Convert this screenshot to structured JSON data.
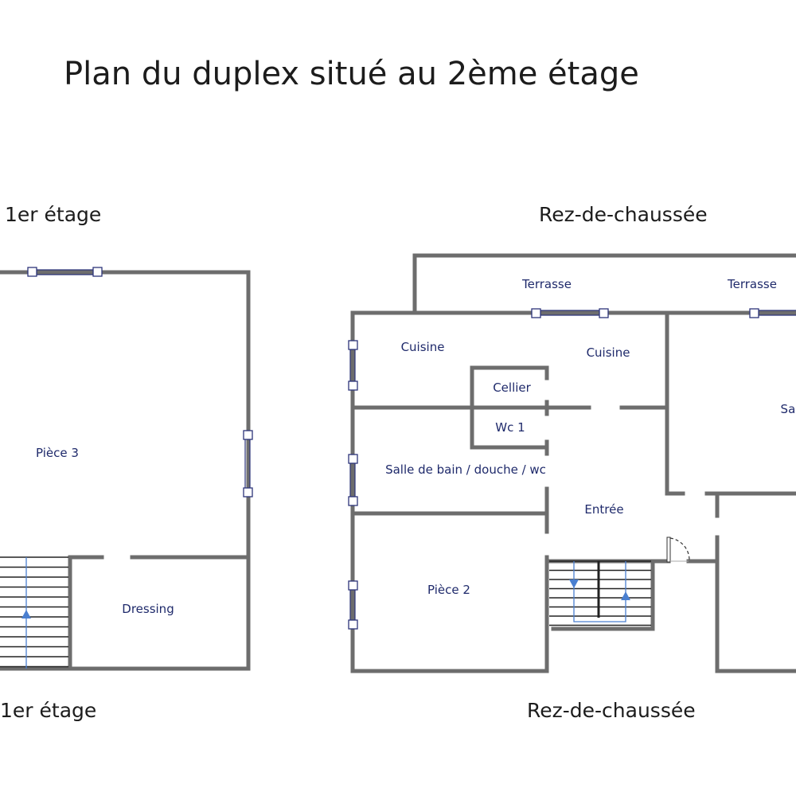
{
  "title": "Plan du duplex situé au 2ème étage",
  "left_plan": {
    "label_top": "1er étage",
    "label_bottom": "1er étage",
    "rooms": [
      "Pièce 3",
      "Dressing"
    ]
  },
  "right_plan": {
    "label_top": "Rez-de-chaussée",
    "label_bottom": "Rez-de-chaussée",
    "rooms": [
      "Terrasse",
      "Terrasse",
      "Cuisine",
      "Cuisine",
      "Cellier",
      "Wc 1",
      "Salle de bain / douche / wc",
      "Entrée",
      "Pièce 2",
      "Sal"
    ]
  },
  "colors": {
    "wall": "#6d6d6d",
    "label": "#1f2a6b",
    "stair_arrow": "#4a7fd0"
  }
}
